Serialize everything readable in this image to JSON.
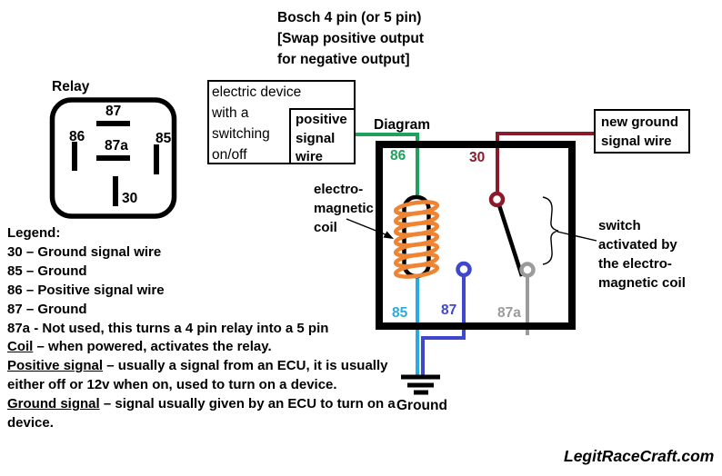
{
  "colors": {
    "green": "#1FA05C",
    "dark_red": "#8B1A2B",
    "cyan": "#29ABE2",
    "blue": "#3F48CC",
    "gray": "#9B9B9B",
    "orange": "#EF8533",
    "black": "#000000"
  },
  "title": {
    "line1": "Bosch 4 pin (or 5 pin)",
    "line2": "[Swap positive output",
    "line3": "for negative output]"
  },
  "relay": {
    "label": "Relay",
    "pin_top": "87",
    "pin_left": "86",
    "pin_center": "87a",
    "pin_right": "85",
    "pin_bottom": "30"
  },
  "device_box": {
    "line1": "electric device",
    "line2": "with a",
    "line3": "switching",
    "line4": "on/off",
    "inner": {
      "line1": "positive",
      "line2": "signal",
      "line3": "wire"
    }
  },
  "new_ground_box": {
    "line1": "new ground",
    "line2": "signal wire"
  },
  "diagram": {
    "label": "Diagram",
    "terminal_86": "86",
    "terminal_30": "30",
    "terminal_85": "85",
    "terminal_87": "87",
    "terminal_87a": "87a",
    "coil_label": {
      "line1": "electro-",
      "line2": "magnetic",
      "line3": "coil"
    },
    "switch_note": {
      "line1": "switch",
      "line2": "activated by",
      "line3": "the electro-",
      "line4": "magnetic coil"
    },
    "ground_label": "Ground"
  },
  "legend": {
    "heading": "Legend:",
    "items": [
      {
        "term": "30",
        "rest": " – Ground signal wire"
      },
      {
        "term": "85",
        "rest": " – Ground"
      },
      {
        "term": "86",
        "rest": " – Positive signal wire"
      },
      {
        "term": "87",
        "rest": " – Ground"
      },
      {
        "term": "87a",
        "rest": " - Not used, this turns a 4 pin relay into a 5 pin"
      },
      {
        "term": "Coil",
        "rest": " – when powered, activates the relay."
      },
      {
        "term": "Positive signal",
        "rest": " – usually a signal from an ECU, it is usually either off or 12v when on, used to turn on a device."
      },
      {
        "term": "Ground signal",
        "rest": " – signal usually given by an ECU to turn on a device."
      }
    ]
  },
  "watermark": "LegitRaceCraft.com"
}
